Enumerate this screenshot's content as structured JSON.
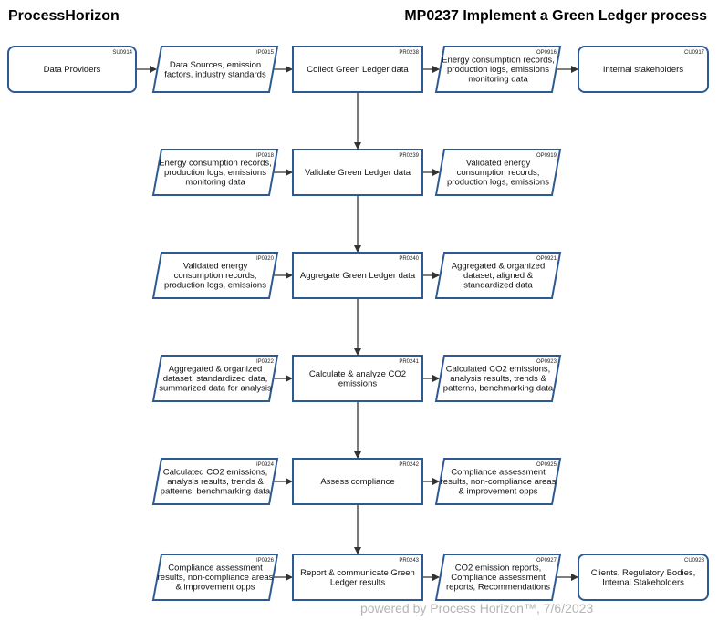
{
  "header": {
    "brand": "ProcessHorizon",
    "title": "MP0237 Implement a Green Ledger process"
  },
  "footer": "powered by Process Horizon™, 7/6/2023",
  "colors": {
    "border": "#2e5a94",
    "arrow": "#333333",
    "text": "#111111"
  },
  "nodes": [
    {
      "id": "su",
      "kind": "supplier",
      "code": "SU0914",
      "lines": [
        "Data Providers"
      ]
    },
    {
      "id": "ip0",
      "kind": "input",
      "code": "IP0915",
      "lines": [
        "Data Sources, emission",
        "factors, industry standards"
      ]
    },
    {
      "id": "pr0",
      "kind": "process",
      "code": "PR0238",
      "lines": [
        "Collect Green Ledger data"
      ]
    },
    {
      "id": "op0",
      "kind": "output",
      "code": "OP0916",
      "lines": [
        "Energy consumption records,",
        "production logs, emissions",
        "monitoring data"
      ]
    },
    {
      "id": "cu0",
      "kind": "customer",
      "code": "CU0917",
      "lines": [
        "Internal stakeholders"
      ]
    },
    {
      "id": "ip1",
      "kind": "input",
      "code": "IP0918",
      "lines": [
        "Energy consumption records,",
        "production logs, emissions",
        "monitoring data"
      ]
    },
    {
      "id": "pr1",
      "kind": "process",
      "code": "PR0239",
      "lines": [
        "Validate Green Ledger data"
      ]
    },
    {
      "id": "op1",
      "kind": "output",
      "code": "OP0919",
      "lines": [
        "Validated energy",
        "consumption records,",
        "production logs, emissions"
      ]
    },
    {
      "id": "ip2",
      "kind": "input",
      "code": "IP0920",
      "lines": [
        "Validated energy",
        "consumption records,",
        "production logs, emissions"
      ]
    },
    {
      "id": "pr2",
      "kind": "process",
      "code": "PR0240",
      "lines": [
        "Aggregate Green Ledger data"
      ]
    },
    {
      "id": "op2",
      "kind": "output",
      "code": "OP0921",
      "lines": [
        "Aggregated & organized",
        "dataset, aligned &",
        "standardized data"
      ]
    },
    {
      "id": "ip3",
      "kind": "input",
      "code": "IP0922",
      "lines": [
        "Aggregated & organized",
        "dataset, standardized data,",
        "summarized data for analysis"
      ]
    },
    {
      "id": "pr3",
      "kind": "process",
      "code": "PR0241",
      "lines": [
        "Calculate & analyze CO2",
        "emissions"
      ]
    },
    {
      "id": "op3",
      "kind": "output",
      "code": "OP0923",
      "lines": [
        "Calculated CO2 emissions,",
        "analysis results, trends &",
        "patterns, benchmarking data"
      ]
    },
    {
      "id": "ip4",
      "kind": "input",
      "code": "IP0924",
      "lines": [
        "Calculated CO2 emissions,",
        "analysis results, trends &",
        "patterns, benchmarking data"
      ]
    },
    {
      "id": "pr4",
      "kind": "process",
      "code": "PR0242",
      "lines": [
        "Assess compliance"
      ]
    },
    {
      "id": "op4",
      "kind": "output",
      "code": "OP0925",
      "lines": [
        "Compliance assessment",
        "results, non-compliance areas",
        "& improvement opps"
      ]
    },
    {
      "id": "ip5",
      "kind": "input",
      "code": "IP0926",
      "lines": [
        "Compliance assessment",
        "results, non-compliance areas",
        "& improvement opps"
      ]
    },
    {
      "id": "pr5",
      "kind": "process",
      "code": "PR0243",
      "lines": [
        "Report & communicate Green",
        "Ledger results"
      ]
    },
    {
      "id": "op5",
      "kind": "output",
      "code": "OP0927",
      "lines": [
        "CO2 emission reports,",
        "Compliance assessment",
        "reports, Recommendations"
      ]
    },
    {
      "id": "cu5",
      "kind": "customer",
      "code": "CU0928",
      "lines": [
        "Clients, Regulatory Bodies,",
        "Internal Stakeholders"
      ]
    }
  ],
  "edges": [
    {
      "from": "su",
      "to": "ip0"
    },
    {
      "from": "ip0",
      "to": "pr0"
    },
    {
      "from": "pr0",
      "to": "op0"
    },
    {
      "from": "op0",
      "to": "cu0"
    },
    {
      "from": "pr0",
      "to": "pr1"
    },
    {
      "from": "ip1",
      "to": "pr1"
    },
    {
      "from": "pr1",
      "to": "op1"
    },
    {
      "from": "pr1",
      "to": "pr2"
    },
    {
      "from": "ip2",
      "to": "pr2"
    },
    {
      "from": "pr2",
      "to": "op2"
    },
    {
      "from": "pr2",
      "to": "pr3"
    },
    {
      "from": "ip3",
      "to": "pr3"
    },
    {
      "from": "pr3",
      "to": "op3"
    },
    {
      "from": "pr3",
      "to": "pr4"
    },
    {
      "from": "ip4",
      "to": "pr4"
    },
    {
      "from": "pr4",
      "to": "op4"
    },
    {
      "from": "pr4",
      "to": "pr5"
    },
    {
      "from": "ip5",
      "to": "pr5"
    },
    {
      "from": "pr5",
      "to": "op5"
    },
    {
      "from": "op5",
      "to": "cu5"
    }
  ]
}
